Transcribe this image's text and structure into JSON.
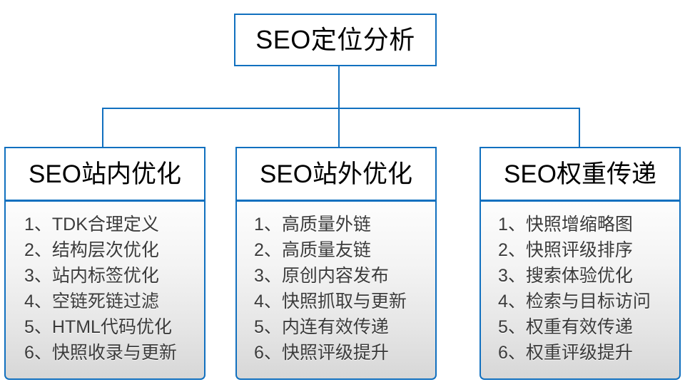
{
  "diagram": {
    "type": "org-tree",
    "accent_color": "#1170bf",
    "body_gradient_top": "#fdfdfd",
    "body_gradient_bottom": "#d7d7d7",
    "title_color": "#000000",
    "item_color": "#3b3b3b",
    "root": {
      "label": "SEO定位分析"
    },
    "columns": [
      {
        "id": "on-site",
        "title": "SEO站内优化",
        "items": [
          "1、TDK合理定义",
          "2、结构层次优化",
          "3、站内标签优化",
          "4、空链死链过滤",
          "5、HTML代码优化",
          "6、快照收录与更新"
        ]
      },
      {
        "id": "off-site",
        "title": "SEO站外优化",
        "items": [
          "1、高质量外链",
          "2、高质量友链",
          "3、原创内容发布",
          "4、快照抓取与更新",
          "5、内连有效传递",
          "6、快照评级提升"
        ]
      },
      {
        "id": "weight-transfer",
        "title": "SEO权重传递",
        "items": [
          "1、快照增缩略图",
          "2、快照评级排序",
          "3、搜索体验优化",
          "4、检索与目标访问",
          "5、权重有效传递",
          "6、权重评级提升"
        ]
      }
    ]
  }
}
